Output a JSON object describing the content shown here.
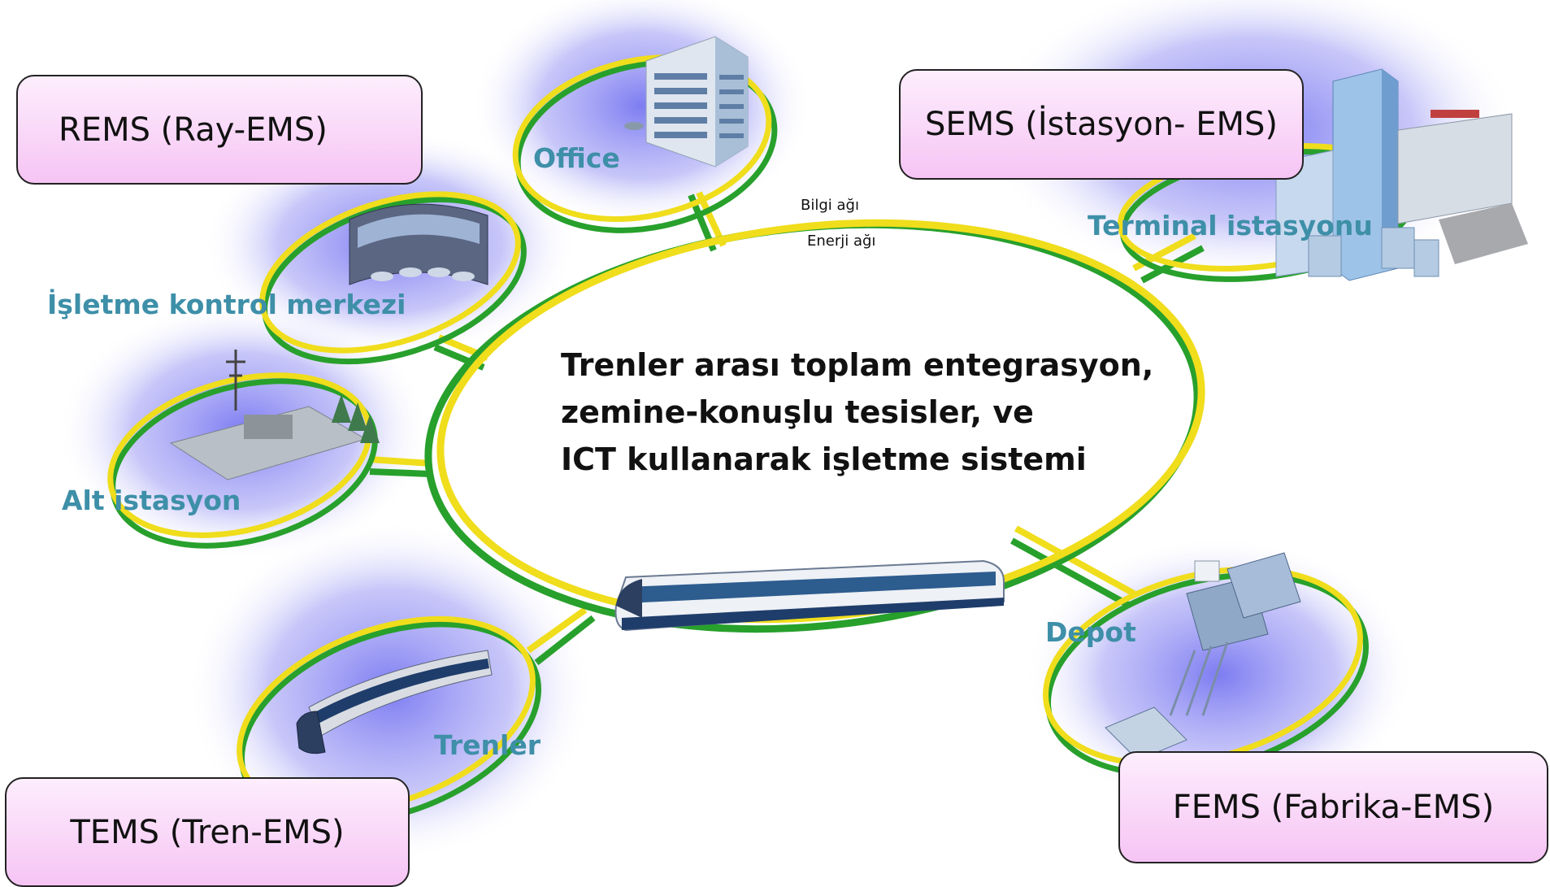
{
  "center": {
    "line1": "Trenler arası toplam entegrasyon,",
    "line2": "zemine-konuşlu tesisler, ve",
    "line3": "ICT kullanarak işletme sistemi"
  },
  "network": {
    "info": "Bilgi ağı",
    "energy": "Enerji ağı"
  },
  "nodes": {
    "office": "Office",
    "control_center": "İşletme kontrol merkezi",
    "substation": "Alt istasyon",
    "terminal": "Terminal istasyonu",
    "depot": "Depot",
    "trains": "Trenler"
  },
  "ems": {
    "rems": "REMS (Ray-EMS)",
    "sems": "SEMS (İstasyon- EMS)",
    "tems": "TEMS (Tren-EMS)",
    "fems": "FEMS (Fabrika-EMS)"
  },
  "colors": {
    "info_ring": "#f0dd1c",
    "energy_ring": "#28a02c",
    "halo": "#6f6ef0",
    "label_teal": "#3e8fa8",
    "box_fill": "#f6c4f4"
  }
}
